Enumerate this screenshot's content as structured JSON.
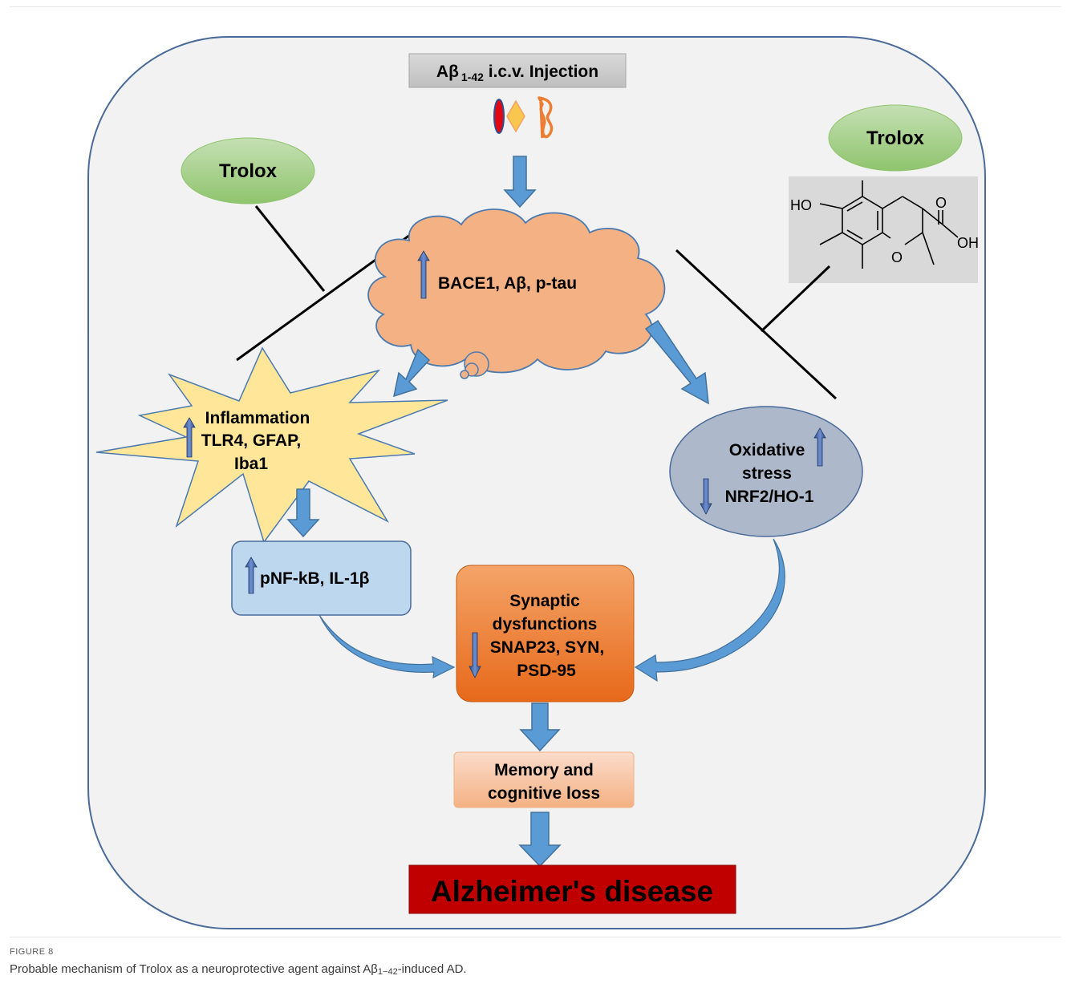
{
  "diagram": {
    "injection": {
      "prefix": "Aβ",
      "sub": "1-42",
      "suffix": " i.c.v. Injection"
    },
    "trolox_left": "Trolox",
    "trolox_right": "Trolox",
    "molecule": {
      "ho": "HO",
      "o_ring": "O",
      "o_carbonyl": "O",
      "oh": "OH"
    },
    "cloud": "BACE1, Aβ, p-tau",
    "inflammation": [
      "Inflammation",
      "TLR4, GFAP,",
      "Iba1"
    ],
    "oxidative": [
      "Oxidative",
      "stress",
      "NRF2/HO-1"
    ],
    "nfkb": "pNF-kB, IL-1β",
    "synaptic": [
      "Synaptic",
      "dysfunctions",
      "SNAP23, SYN,",
      "PSD-95"
    ],
    "memory": [
      "Memory and",
      "cognitive loss"
    ],
    "disease": "Alzheimer's disease",
    "colors": {
      "arrow_blue": "#5b9bd5",
      "cloud": "#f4b183",
      "star": "#ffe699",
      "oval_green": "#a9d18e",
      "oval_gray": "#adb9ca",
      "box_blue": "#bdd7ee",
      "box_orange": "#ed7d31",
      "box_peach": "#f8cbad",
      "disease_red": "#c00000"
    }
  },
  "caption": {
    "label": "FIGURE 8",
    "text_before": "Probable mechanism of Trolox as a neuroprotective agent against Aβ",
    "text_sub": "1−42",
    "text_after": "-induced AD."
  }
}
